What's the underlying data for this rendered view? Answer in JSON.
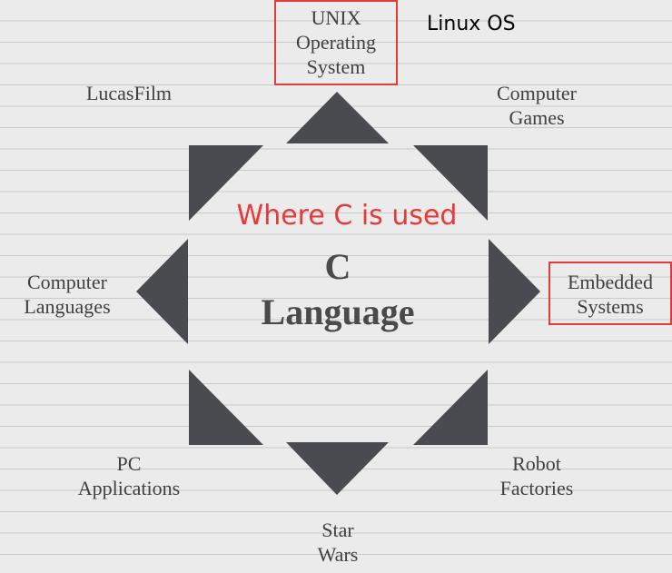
{
  "center": {
    "line1": "C",
    "line2": "Language"
  },
  "heading": {
    "text": "Where C is used",
    "color": "#e53a3a"
  },
  "annotation": {
    "text": "Linux OS"
  },
  "accent_color": "#e53a3a",
  "arrow_color": "#4a4b50",
  "labels": {
    "unix": [
      "UNIX",
      "Operating",
      "System"
    ],
    "games": [
      "Computer",
      "Games"
    ],
    "embedded": [
      "Embedded",
      "Systems"
    ],
    "robot": [
      "Robot",
      "Factories"
    ],
    "starwars": [
      "Star",
      "Wars"
    ],
    "pc": [
      "PC",
      "Applications"
    ],
    "languages": [
      "Computer",
      "Languages"
    ],
    "lucasfilm": [
      "LucasFilm"
    ]
  }
}
